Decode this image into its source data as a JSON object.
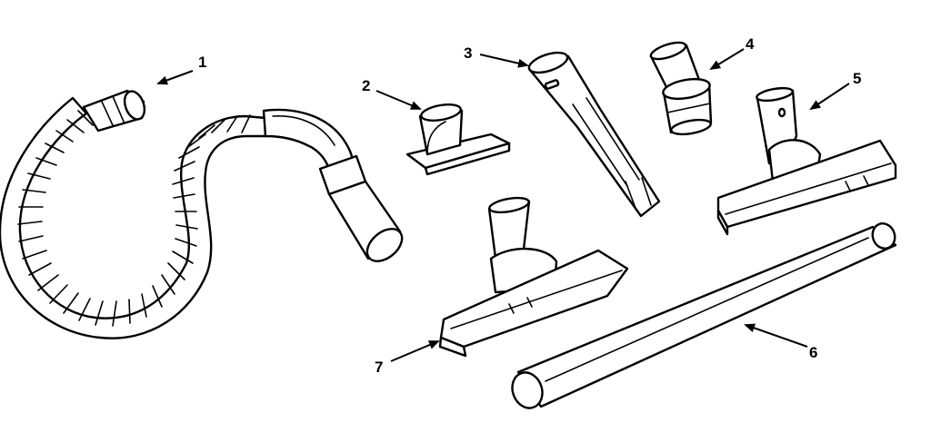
{
  "callouts": [
    {
      "id": "1",
      "label": "1",
      "part": "flexible-hose"
    },
    {
      "id": "2",
      "label": "2",
      "part": "upholstery-nozzle"
    },
    {
      "id": "3",
      "label": "3",
      "part": "crevice-tool"
    },
    {
      "id": "4",
      "label": "4",
      "part": "dusting-brush"
    },
    {
      "id": "5",
      "label": "5",
      "part": "small-floor-brush"
    },
    {
      "id": "6",
      "label": "6",
      "part": "extension-wand"
    },
    {
      "id": "7",
      "label": "7",
      "part": "floor-brush"
    }
  ],
  "colors": {
    "line": "#000000",
    "fill": "#ffffff",
    "background": "#ffffff"
  }
}
